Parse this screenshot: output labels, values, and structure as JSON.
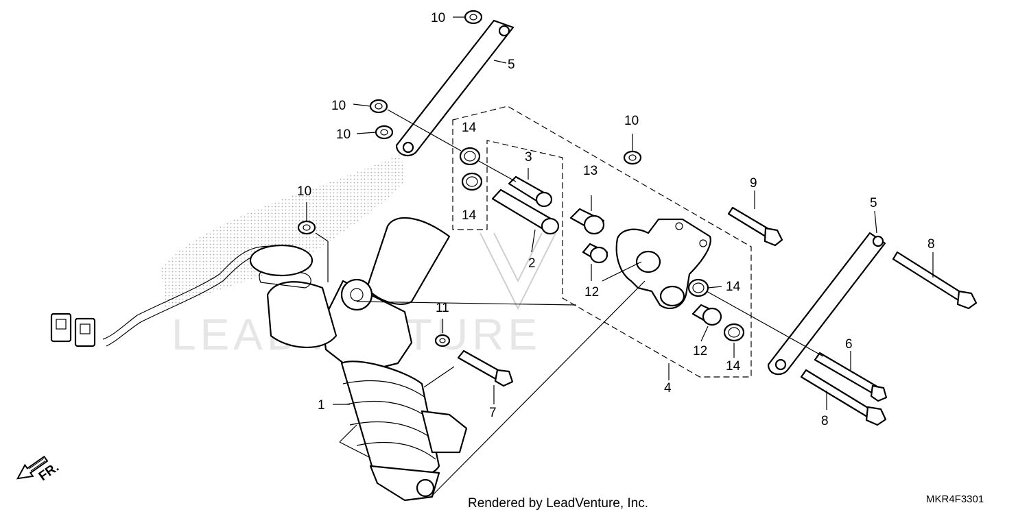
{
  "callouts": {
    "c1": "1",
    "c2": "2",
    "c3": "3",
    "c4": "4",
    "c5a": "5",
    "c5b": "5",
    "c6": "6",
    "c7": "7",
    "c8a": "8",
    "c8b": "8",
    "c9": "9",
    "c10a": "10",
    "c10b": "10",
    "c10c": "10",
    "c10d": "10",
    "c10e": "10",
    "c11": "11",
    "c12a": "12",
    "c12b": "12",
    "c13": "13",
    "c14a": "14",
    "c14b": "14",
    "c14c": "14",
    "c14d": "14"
  },
  "direction_label": "FR.",
  "footer": {
    "credit": "Rendered by LeadVenture, Inc.",
    "diagram_code": "MKR4F3301"
  },
  "watermark": "LEADVENTURE",
  "icons": [
    "front-direction-arrow-icon",
    "leadventure-watermark-logo"
  ]
}
